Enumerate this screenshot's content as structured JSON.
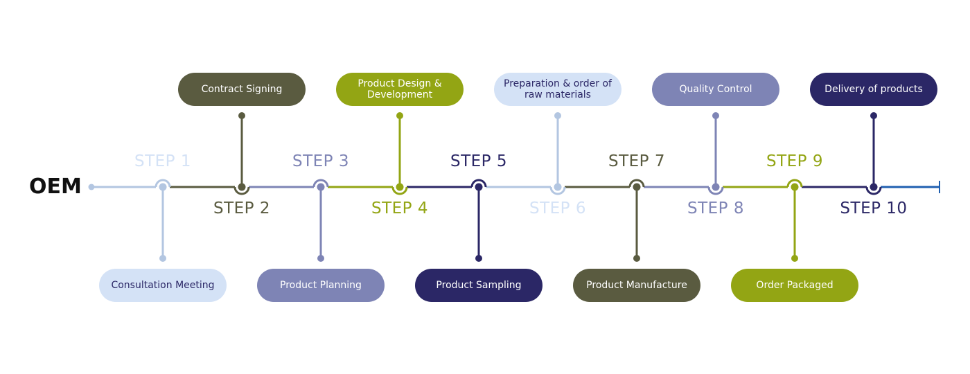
{
  "title": "OEM",
  "colors": {
    "lightblue": "#b3c6e1",
    "paleblue": "#d4e2f6",
    "olive": "#5a5b40",
    "lavender": "#7e84b5",
    "lime": "#93a514",
    "navy": "#2b2766",
    "endline": "#1f5fb0"
  },
  "steps": [
    {
      "label": "STEP 1",
      "box": "Consultation Meeting",
      "position": "below",
      "color": "#b3c6e1",
      "label_color": "#d4e2f6",
      "box_color": "#d4e2f6",
      "text_color": "#2b2766"
    },
    {
      "label": "STEP 2",
      "box": "Contract Signing",
      "position": "above",
      "color": "#5a5b40",
      "label_color": "#5a5b40",
      "box_color": "#5a5b40",
      "text_color": "#ffffff"
    },
    {
      "label": "STEP 3",
      "box": "Product Planning",
      "position": "below",
      "color": "#7e84b5",
      "label_color": "#7e84b5",
      "box_color": "#7e84b5",
      "text_color": "#ffffff"
    },
    {
      "label": "STEP 4",
      "box": "Product Design & Development",
      "position": "above",
      "color": "#93a514",
      "label_color": "#93a514",
      "box_color": "#93a514",
      "text_color": "#ffffff"
    },
    {
      "label": "STEP 5",
      "box": "Product Sampling",
      "position": "below",
      "color": "#2b2766",
      "label_color": "#2b2766",
      "box_color": "#2b2766",
      "text_color": "#ffffff"
    },
    {
      "label": "STEP 6",
      "box": "Preparation & order of raw materials",
      "position": "above",
      "color": "#b3c6e1",
      "label_color": "#d4e2f6",
      "box_color": "#d4e2f6",
      "text_color": "#2b2766"
    },
    {
      "label": "STEP 7",
      "box": "Product Manufacture",
      "position": "below",
      "color": "#5a5b40",
      "label_color": "#5a5b40",
      "box_color": "#5a5b40",
      "text_color": "#ffffff"
    },
    {
      "label": "STEP 8",
      "box": "Quality Control",
      "position": "above",
      "color": "#7e84b5",
      "label_color": "#7e84b5",
      "box_color": "#7e84b5",
      "text_color": "#ffffff"
    },
    {
      "label": "STEP 9",
      "box": "Order Packaged",
      "position": "below",
      "color": "#93a514",
      "label_color": "#93a514",
      "box_color": "#93a514",
      "text_color": "#ffffff"
    },
    {
      "label": "STEP 10",
      "box": "Delivery of products",
      "position": "above",
      "color": "#2b2766",
      "label_color": "#2b2766",
      "box_color": "#2b2766",
      "text_color": "#ffffff"
    }
  ]
}
